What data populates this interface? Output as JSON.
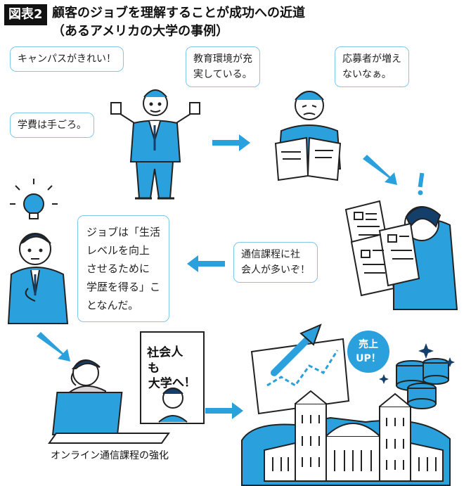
{
  "header": {
    "tag": "図表2",
    "title_line1": "顧客のジョブを理解することが成功への近道",
    "title_line2": "（あるアメリカの大学の事例）"
  },
  "bubbles": {
    "campus": "キャンパスがきれい！",
    "education": "教育環境が充\n実している。",
    "tuition": "学費は手ごろ。",
    "applicants": "応募者が増え\nないなぁ。",
    "distance": "通信課程に社\n会人が多いぞ！",
    "job": "ジョブは「生活\nレベルを向上\nさせるために\n学歴を得る」こ\nとなんだ。"
  },
  "sign": "社会人\nも\n大学へ！",
  "badge": "売上\nUP！",
  "caption": "オンライン通信課程の強化",
  "colors": {
    "accent": "#2aa0dc",
    "bubble_border": "#7fc8ea",
    "ink": "#222222"
  }
}
